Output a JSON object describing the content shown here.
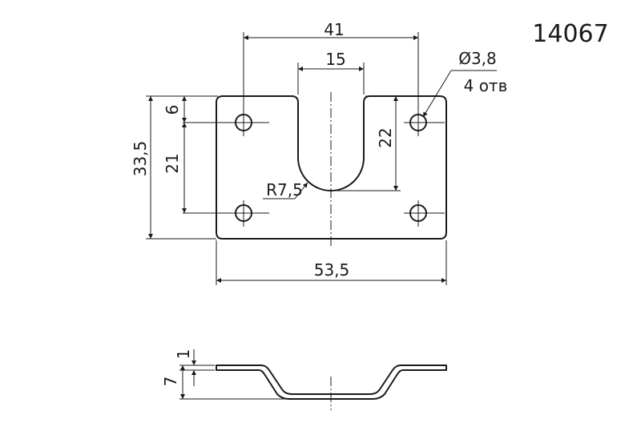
{
  "part_number": "14067",
  "dimensions": {
    "overall_hole_spacing": "41",
    "slot_width": "15",
    "hole_diameter": "Ø3,8",
    "hole_count": "4 отв",
    "top_offset": "6",
    "vertical_hole_spacing": "21",
    "overall_height": "33,5",
    "slot_depth": "22",
    "slot_radius": "R7,5",
    "overall_width": "53,5",
    "material_thickness": "1",
    "bend_height": "7"
  }
}
